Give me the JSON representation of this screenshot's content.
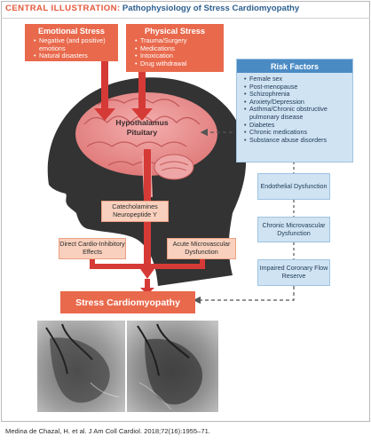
{
  "header": {
    "label": "CENTRAL ILLUSTRATION",
    "colon": ":",
    "title": "Pathophysiology of Stress Cardiomyopathy"
  },
  "emotional_stress": {
    "title": "Emotional Stress",
    "items": [
      "Negative (and positive) emotions",
      "Natural disasters"
    ]
  },
  "physical_stress": {
    "title": "Physical Stress",
    "items": [
      "Trauma/Surgery",
      "Medications",
      "Intoxication",
      "Drug withdrawal"
    ]
  },
  "risk_factors": {
    "title": "Risk Factors",
    "items": [
      "Female sex",
      "Post-menopause",
      "Schizophrenia",
      "Anxiety/Depression",
      "Asthma/Chronic obstructive pulmonary disease",
      "Diabetes",
      "Chronic medications",
      "Substance abuse disorders"
    ]
  },
  "brain": {
    "hypothalamus": "Hypothalamus",
    "pituitary": "Pituitary"
  },
  "catecholamines": {
    "line1": "Catecholamines",
    "line2": "Neuropeptide Y"
  },
  "direct_effects": "Direct Cardio-Inhibitory Effects",
  "acute_microvascular": "Acute Microvascular Dysfunction",
  "endothelial": "Endothelial Dysfunction",
  "chronic_microvascular": "Chronic Microvascular Dysfunction",
  "coronary_flow": "Impaired Coronary Flow Reserve",
  "result": "Stress Cardiomyopathy",
  "caption": "Medina de Chazal, H. et al. J Am Coll Cardiol. 2018;72(16):1955–71.",
  "colors": {
    "orange": "#e9694c",
    "red_arrow": "#d63a36",
    "blue": "#4b8bc4",
    "light_blue": "#cfe3f3",
    "light_orange": "#f9d0bd",
    "title_blue": "#2d5f8f"
  }
}
